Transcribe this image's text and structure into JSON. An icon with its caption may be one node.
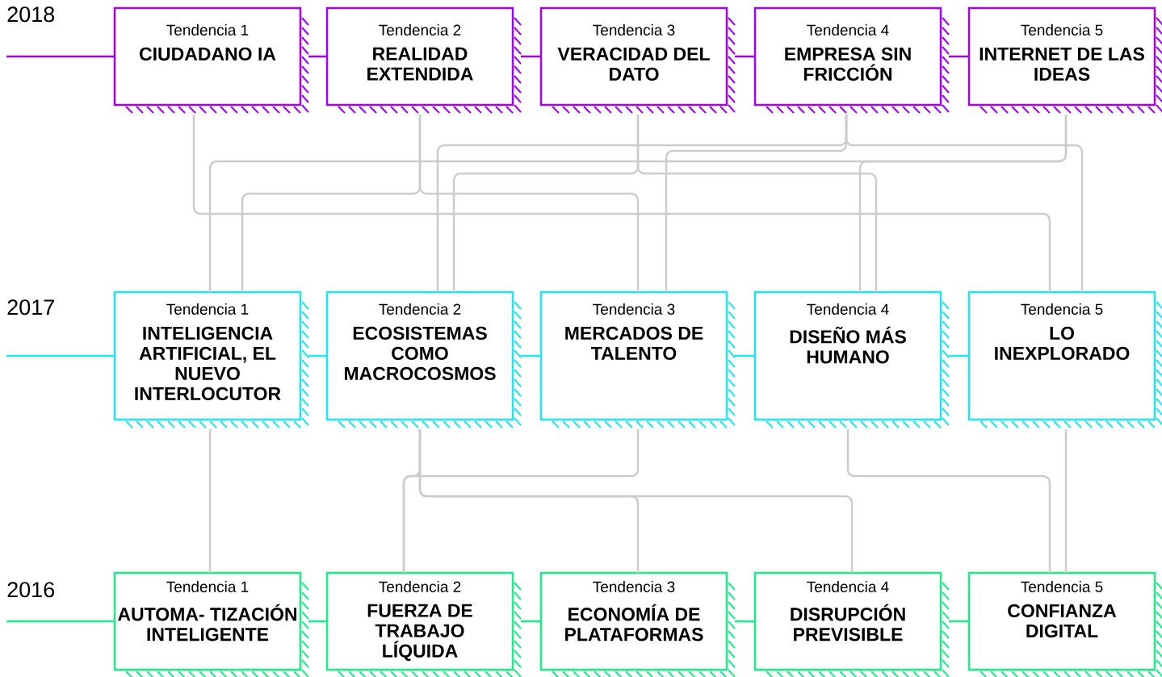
{
  "diagram": {
    "nodes": [
      {
        "text": [
          "2018"
        ]
      },
      {
        "text": [
          "Tendencia 1",
          "CIUDADANO IA"
        ]
      },
      {
        "text": [
          "Tendencia 2",
          "REALIDAD EXTENDIDA"
        ]
      },
      {
        "text": [
          "Tendencia 3",
          "VERACIDAD DEL DATO"
        ]
      },
      {
        "text": [
          "Tendencia 4",
          "EMPRESA SIN FRICCIÓN"
        ]
      },
      {
        "text": [
          "Tendencia 5",
          "INTERNET DE LAS IDEAS"
        ]
      },
      {
        "text": [
          "2017"
        ]
      },
      {
        "text": [
          "Tendencia 1",
          "INTELIGENCIA ARTIFICIAL, EL NUEVO INTERLOCUTOR"
        ]
      },
      {
        "text": [
          "Tendencia 2",
          "ECOSISTEMAS COMO MACROCOSMOS"
        ]
      },
      {
        "text": [
          "Tendencia 3",
          "MERCADOS DE TALENTO"
        ]
      },
      {
        "text": [
          "Tendencia 4",
          "DISEÑO MÁS HUMANO"
        ]
      },
      {
        "text": [
          "Tendencia 5",
          "LO INEXPLORADO"
        ]
      },
      {
        "text": [
          "2016"
        ]
      },
      {
        "text": [
          "Tendencia 1",
          "AUTOMA- TIZACIÓN INTELIGENTE"
        ]
      },
      {
        "text": [
          "Tendencia 2",
          "FUERZA DE TRABAJO LÍQUIDA"
        ]
      },
      {
        "text": [
          "Tendencia 3",
          "ECONOMÍA DE PLATAFORMAS"
        ]
      },
      {
        "text": [
          "Tendencia 4",
          "DISRUPCIÓN PREVISIBLE"
        ]
      },
      {
        "text": [
          "Tendencia 5",
          "CONFIANZA DIGITAL"
        ]
      }
    ],
    "edges": [
      {
        "from": 0,
        "to": 1,
        "arrow": "none",
        "color": "#a100ff"
      },
      {
        "from": 1,
        "to": 2,
        "arrow": "none",
        "color": "#a100ff"
      },
      {
        "from": 2,
        "to": 3,
        "arrow": "none",
        "color": "#a100ff"
      },
      {
        "from": 3,
        "to": 4,
        "arrow": "none",
        "color": "#a100ff"
      },
      {
        "from": 4,
        "to": 5,
        "arrow": "none",
        "color": "#a100ff"
      },
      {
        "from": 6,
        "to": 7,
        "arrow": "none",
        "color": "#1ee6f0"
      },
      {
        "from": 7,
        "to": 8,
        "arrow": "none",
        "color": "#1ee6f0"
      },
      {
        "from": 8,
        "to": 9,
        "arrow": "none",
        "color": "#1ee6f0"
      },
      {
        "from": 9,
        "to": 10,
        "arrow": "none",
        "color": "#1ee6f0"
      },
      {
        "from": 10,
        "to": 11,
        "arrow": "none",
        "color": "#1ee6f0"
      },
      {
        "from": 12,
        "to": 13,
        "arrow": "none",
        "color": "#1aef85"
      },
      {
        "from": 13,
        "to": 14,
        "arrow": "none",
        "color": "#1aef85"
      },
      {
        "from": 14,
        "to": 15,
        "arrow": "none",
        "color": "#1aef85"
      },
      {
        "from": 15,
        "to": 16,
        "arrow": "none",
        "color": "#1aef85"
      },
      {
        "from": 16,
        "to": 17,
        "arrow": "none",
        "color": "#1aef85"
      },
      {
        "from": 1,
        "to": 11,
        "arrow": "none"
      },
      {
        "from": 2,
        "to": 7,
        "arrow": "none"
      },
      {
        "from": 2,
        "to": 9,
        "arrow": "none"
      },
      {
        "from": 3,
        "to": 8,
        "arrow": "none"
      },
      {
        "from": 3,
        "to": 10,
        "arrow": "none"
      },
      {
        "from": 4,
        "to": 8,
        "arrow": "none"
      },
      {
        "from": 4,
        "to": 9,
        "arrow": "none"
      },
      {
        "from": 4,
        "to": 11,
        "arrow": "none"
      },
      {
        "from": 5,
        "to": 7,
        "arrow": "none"
      },
      {
        "from": 5,
        "to": 10,
        "arrow": "none"
      },
      {
        "from": 7,
        "to": 13,
        "arrow": "none"
      },
      {
        "from": 8,
        "to": 14,
        "arrow": "none"
      },
      {
        "from": 9,
        "to": 14,
        "arrow": "none"
      },
      {
        "from": 8,
        "to": 15,
        "arrow": "none"
      },
      {
        "from": 8,
        "to": 16,
        "arrow": "none"
      },
      {
        "from": 10,
        "to": 17,
        "arrow": "none"
      },
      {
        "from": 11,
        "to": 17,
        "arrow": "none"
      }
    ]
  }
}
